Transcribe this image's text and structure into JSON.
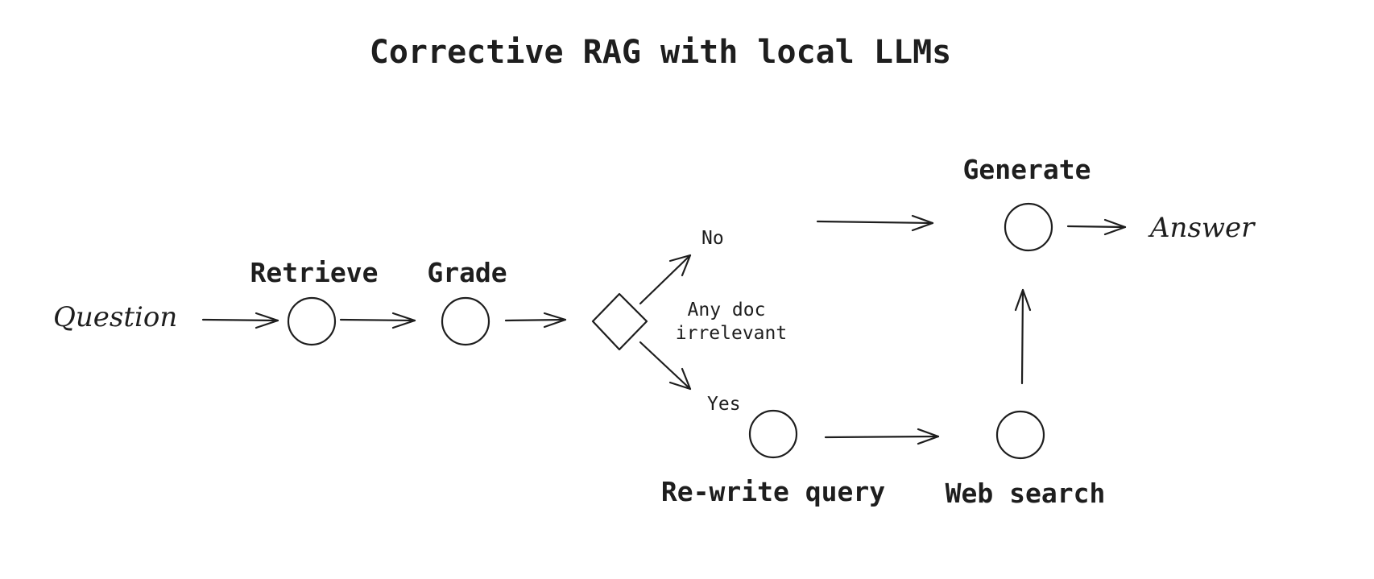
{
  "title": "Corrective RAG with local LLMs",
  "nodes": {
    "question": "Question",
    "retrieve": "Retrieve",
    "grade": "Grade",
    "decision": "Any doc\nirrelevant",
    "decision_line1": "Any doc",
    "decision_line2": "irrelevant",
    "branch_no": "No",
    "branch_yes": "Yes",
    "rewrite": "Re-write query",
    "web_search": "Web search",
    "generate": "Generate",
    "answer": "Answer"
  },
  "colors": {
    "stroke": "#1e1e1e",
    "background": "#ffffff"
  }
}
